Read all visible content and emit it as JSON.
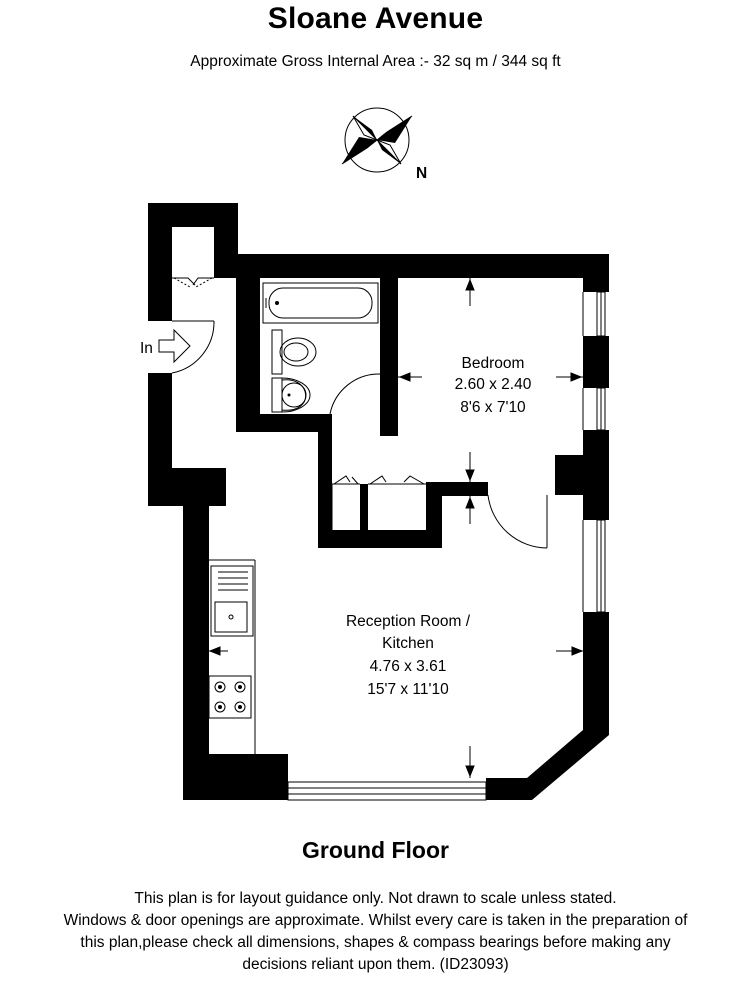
{
  "header": {
    "title": "Sloane Avenue",
    "area": "Approximate Gross Internal Area :- 32 sq m / 344 sq ft"
  },
  "compass": {
    "north_label": "N"
  },
  "entrance": {
    "label": "In"
  },
  "rooms": {
    "bedroom": {
      "name": "Bedroom",
      "metric": "2.60 x 2.40",
      "imperial": "8'6 x 7'10"
    },
    "reception": {
      "name_line1": "Reception Room /",
      "name_line2": "Kitchen",
      "metric": "4.76 x 3.61",
      "imperial": "15'7 x 11'10"
    }
  },
  "floor_label": "Ground Floor",
  "disclaimer": {
    "line1": "This plan is for layout guidance only. Not drawn to scale unless stated.",
    "line2": "Windows & door openings are approximate. Whilst every care is taken in the preparation of",
    "line3": "this plan,please check all dimensions, shapes & compass bearings before making any",
    "line4": "decisions reliant upon them. (ID23093)"
  }
}
